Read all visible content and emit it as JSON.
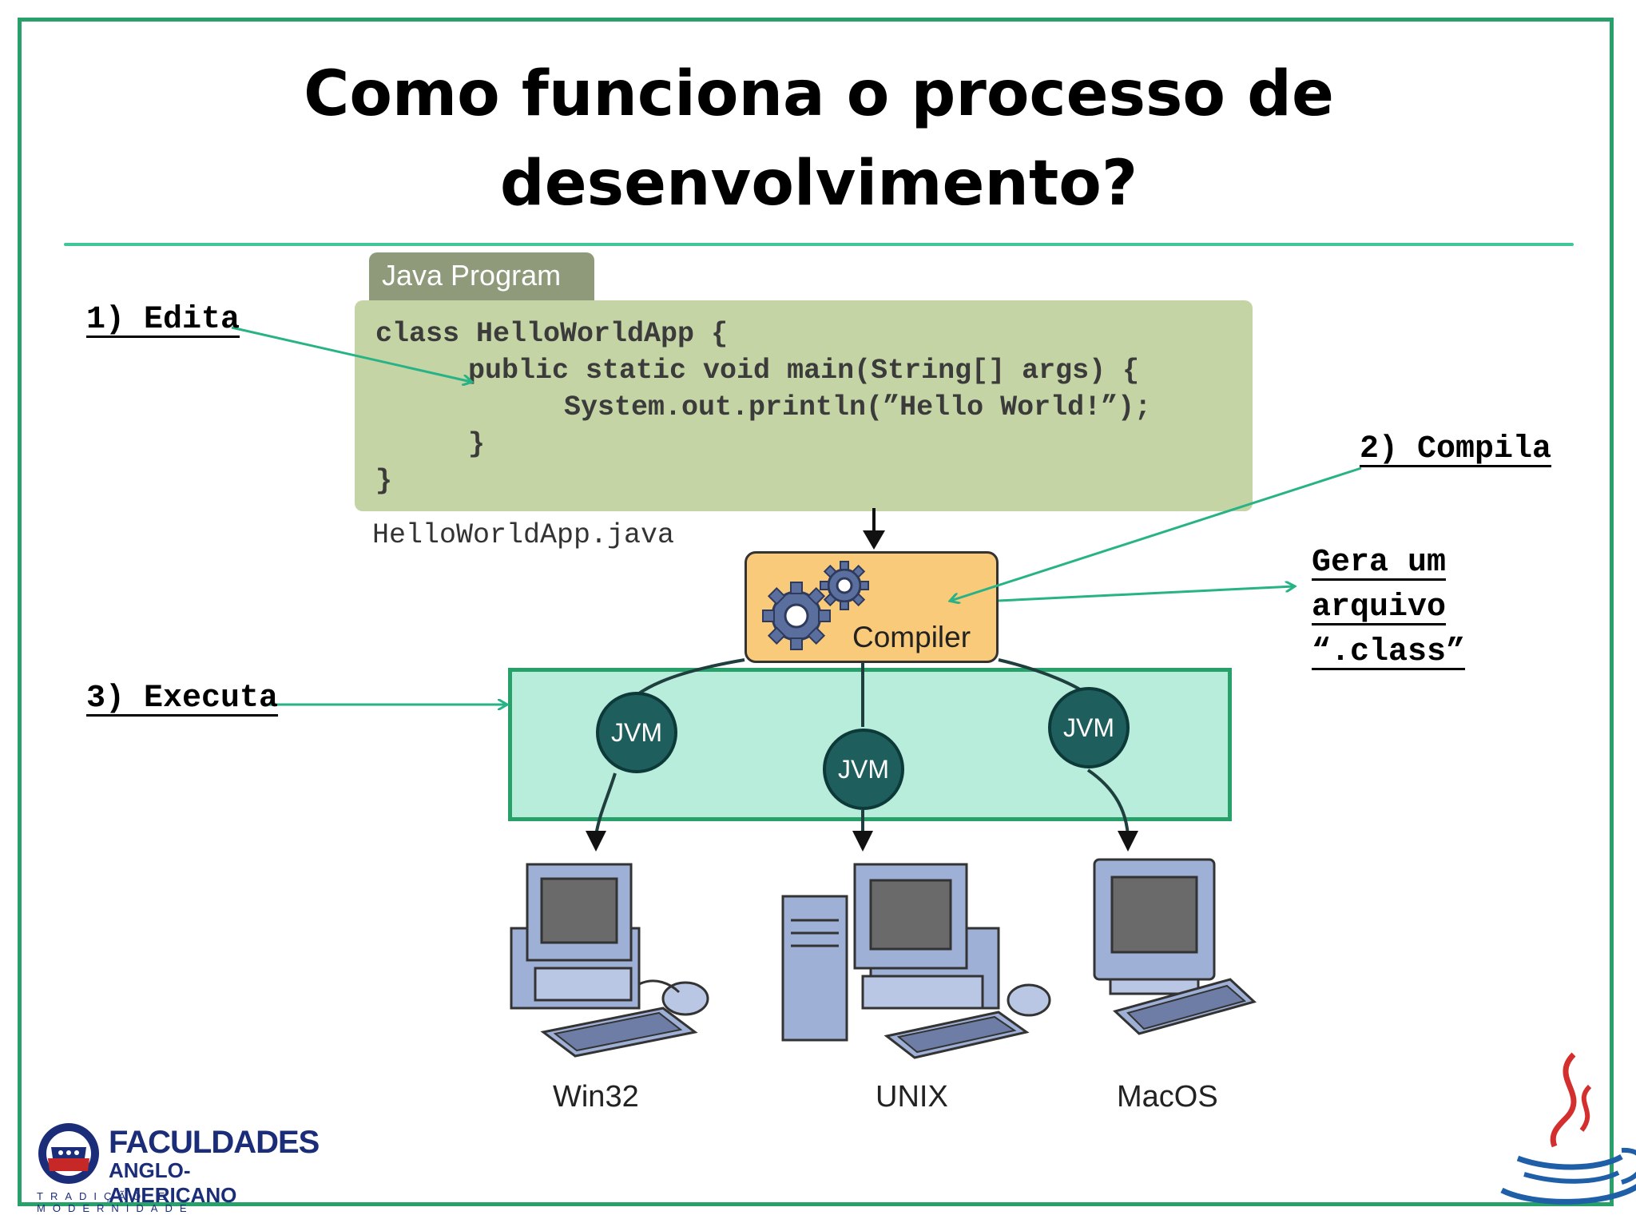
{
  "slide": {
    "title_line1": "Como funciona o processo de",
    "title_line2": "desenvolvimento?"
  },
  "program": {
    "tab_label": "Java Program",
    "code_lines": [
      "class HelloWorldApp {",
      "public static void main(String[] args) {",
      "System.out.println(”Hello World!”);",
      "}",
      "}"
    ],
    "filename": "HelloWorldApp.java"
  },
  "compiler": {
    "label": "Compiler"
  },
  "jvms": [
    "JVM",
    "JVM",
    "JVM"
  ],
  "platforms": [
    "Win32",
    "UNIX",
    "MacOS"
  ],
  "annotations": {
    "edit": "1) Edita",
    "compile": "2) Compila",
    "class_line1": "Gera um",
    "class_line2": "arquivo",
    "class_line3": "“.class”",
    "execute": "3) Executa"
  },
  "logo": {
    "name_line1": "FACULDADES",
    "name_line2": "ANGLO-AMERICANO",
    "tagline": "TRADIÇÃO E MODERNIDADE"
  },
  "colors": {
    "frame": "#27a06a",
    "arrow": "#27b386",
    "code_bg": "#c5d4a4",
    "compiler_bg": "#f8ca7a",
    "jvm_band": "#b8eddc",
    "jvm_node": "#1e5e5c"
  }
}
